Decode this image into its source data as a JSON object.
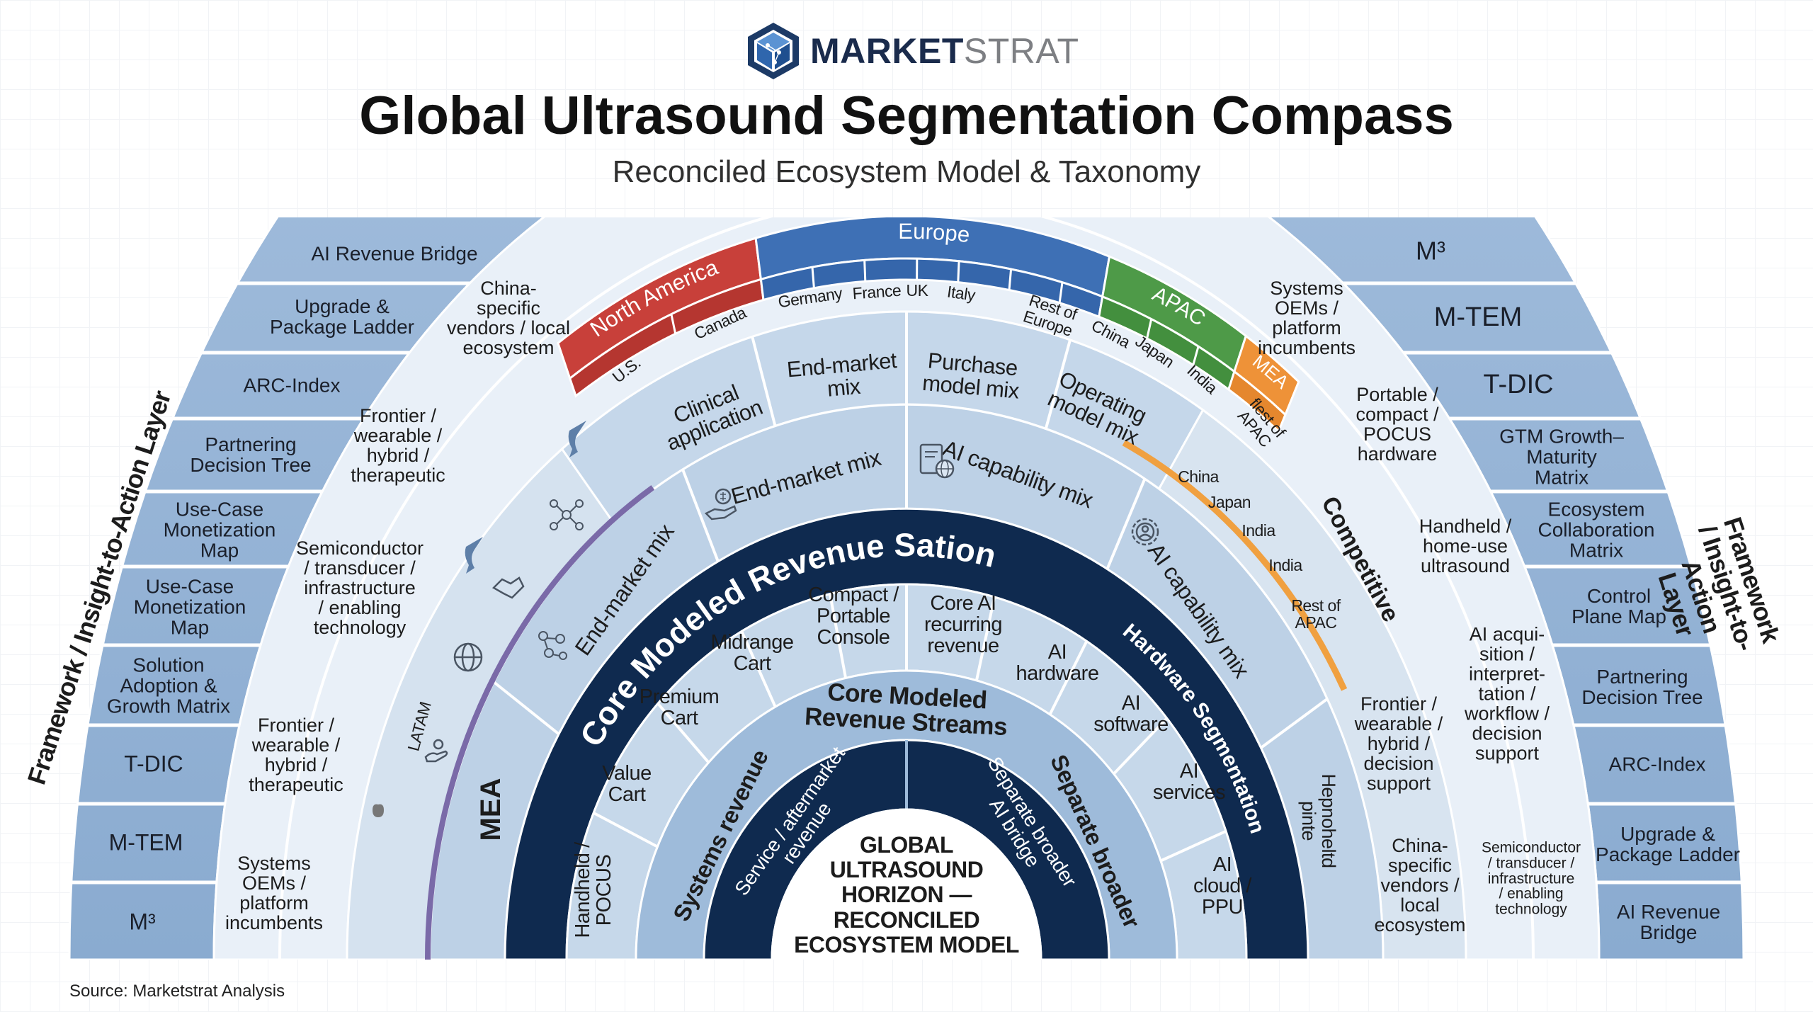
{
  "brand": {
    "name_bold": "MARKET",
    "name_light": "STRAT"
  },
  "header": {
    "title": "Global Ultrasound Segmentation Compass",
    "subtitle": "Reconciled Ecosystem Model & Taxonomy"
  },
  "framework_layer": {
    "title_left": "Framework / Insight-to-Action Layer",
    "title_right": "Framework / Insight-to-Action Layer",
    "left_items": [
      "AI Revenue Bridge",
      "Upgrade &\nPackage Ladder",
      "ARC-Index",
      "Partnering\nDecision Tree",
      "Use-Case\nMonetization\nMap",
      "Use-Case\nMonetization\nMap",
      "Solution\nAdoption &\nGrowth Matrix",
      "T-DIC",
      "M-TEM",
      "M³"
    ],
    "right_items": [
      "M³",
      "M-TEM",
      "T-DIC",
      "GTM Growth–\nMaturity\nMatrix",
      "Ecosystem\nCollaboration\nMatrix",
      "Control\nPlane Map",
      "Partnering\nDecision Tree",
      "ARC-Index",
      "Upgrade &\nPackage Ladder",
      "AI Revenue\nBridge"
    ]
  },
  "ecosystem_ring": {
    "left": [
      "China-\nspecific\nvendors / local\necosystem",
      "Frontier /\nwearable /\nhybrid /\ntherapeutic",
      "Semiconductor\n/ transducer /\ninfrastructure\n/ enabling\ntechnology",
      "Frontier /\nwearable /\nhybrid /\ntherapeutic",
      "Systems\nOEMs /\nplatform\nincumbents"
    ],
    "right": [
      "Systems\nOEMs /\nplatform\nincumbents",
      "Portable /\ncompact /\nPOCUS\nhardware",
      "Handheld /\nhome-use\nultrasound",
      "AI acqui-\nsition /\ninterpret-\ntation /\nworkflow /\ndecision\nsupport",
      "Frontier /\nwearable /\nhybrid /\ndecision\nsupport",
      "China-\nspecific\nvendors /\nlocal\necosystem",
      "Semiconductor\n/ transducer /\ninfrastructure\n/ enabling\ntechnology"
    ]
  },
  "regions": [
    {
      "name": "North America",
      "color": "#c8403a",
      "countries": [
        "U.S.",
        "Canada"
      ]
    },
    {
      "name": "Europe",
      "color": "#3e70b5",
      "countries": [
        "Germany",
        "France",
        "UK",
        "Italy",
        "Rest of\nEurope"
      ]
    },
    {
      "name": "APAC",
      "color": "#4e9a48",
      "countries": [
        "China",
        "Japan",
        "India",
        "flest of\nAPAC"
      ]
    },
    {
      "name": "MEA",
      "color": "#ee9238",
      "countries": []
    }
  ],
  "dimension_ring": {
    "items": [
      "Clinical\napplication",
      "End-market\nmix",
      "Purchase\nmodel mix",
      "Operating\nmodel mix"
    ],
    "latam": "LATAM",
    "apac_countries": [
      "China",
      "Japan",
      "India",
      "India",
      "Rest of\nAPAC"
    ],
    "competitive": "Competitive"
  },
  "mix_ring": {
    "items": [
      "End-market mix",
      "End-market mix",
      "AI capability mix",
      "AI capability mix"
    ],
    "mea": "MEA",
    "right_lower": "Hepnoheltd\npinte"
  },
  "core_ring_title": "Core Modeled Revenue Sation",
  "segments": {
    "hardware_title": "Hardware Segmentation",
    "left": [
      "Handheld /\nPOCUS",
      "Value\nCart",
      "Premium\nCart",
      "Midrange\nCart",
      "Compact /\nPortable\nConsole"
    ],
    "right": [
      "Core AI\nrecurring\nrevenue",
      "AI\nhardware",
      "AI\nsoftware",
      "AI\nservices",
      "AI\ncloud /\nPPU"
    ]
  },
  "streams": {
    "title": "Core Modeled\nRevenue Streams",
    "left": "Systems revenue",
    "right": "Separate broader",
    "inner_left": "Service / aftermarket\nrevenue",
    "inner_right": "Separate broader\nAI bridge"
  },
  "center": "GLOBAL\nULTRASOUND\nHORIZON —\nRECONCILED\nECOSYSTEM MODEL",
  "source": "Source: Marketstrat Analysis",
  "colors": {
    "navy": "#0f2a4f",
    "framework": "#94b4d6",
    "ecosystem": "#e9f0f8",
    "purple_arc": "#7a6aa8",
    "orange_arc": "#f0a040"
  }
}
